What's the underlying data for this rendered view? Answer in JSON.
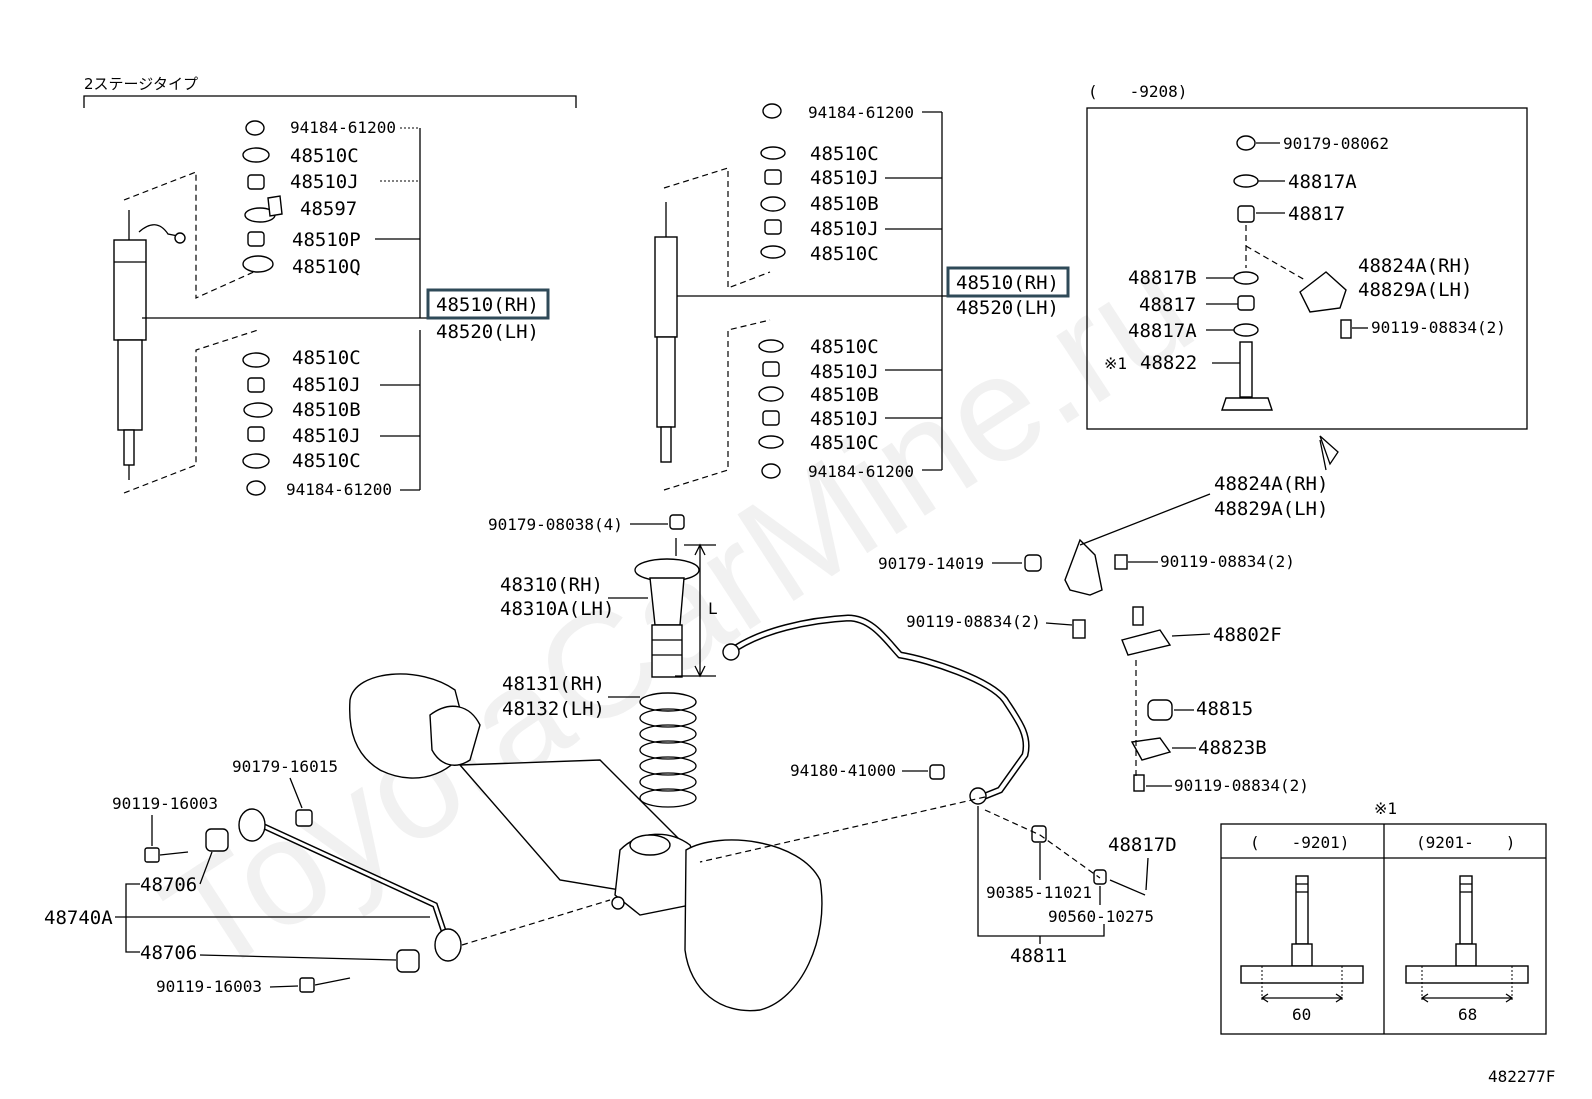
{
  "diagram_id": "482277F",
  "left_group": {
    "header": "2ステージタイプ",
    "upper_parts": [
      "94184-61200",
      "48510C",
      "48510J",
      "48597",
      "48510P",
      "48510Q"
    ],
    "lower_parts": [
      "48510C",
      "48510J",
      "48510B",
      "48510J",
      "48510C",
      "94184-61200"
    ],
    "main_rh": "48510(RH)",
    "main_lh": "48520(LH)"
  },
  "mid_group": {
    "upper_parts": [
      "94184-61200",
      "48510C",
      "48510J",
      "48510B",
      "48510J",
      "48510C"
    ],
    "lower_parts": [
      "48510C",
      "48510J",
      "48510B",
      "48510J",
      "48510C",
      "94184-61200"
    ],
    "main_rh": "48510(RH)",
    "main_lh": "48520(LH)"
  },
  "inset_box": {
    "header": "(　　-9208)",
    "parts": [
      "90179-08062",
      "48817A",
      "48817",
      "48824A(RH)",
      "48829A(LH)",
      "48817B",
      "48817",
      "48817A",
      "90119-08834(2)",
      "48822"
    ],
    "ref_mark": "※1"
  },
  "lower_labels": {
    "nut_spring_top": "90179-08038(4)",
    "support_rh": "48310(RH)",
    "support_lh": "48310A(LH)",
    "spring_rh": "48131(RH)",
    "spring_lh": "48132(LH)",
    "length_mark": "L",
    "bracket_rh": "48824A(RH)",
    "bracket_lh": "48829A(LH)",
    "nut_bracket": "90179-14019",
    "bolt_bracket": "90119-08834(2)",
    "bolt_bar": "90119-08834(2)",
    "link": "48802F",
    "bushing": "48815",
    "bracket_bushing": "48823B",
    "bolt_bushing": "90119-08834(2)",
    "nut_bar_end": "94180-41000",
    "nut_arm": "90179-16015",
    "bolt_arm_top": "90119-16003",
    "bushing_arm_top": "48706",
    "arm_assy": "48740A",
    "bushing_arm_bottom": "48706",
    "bolt_arm_bottom": "90119-16003",
    "link_bolt": "48817D",
    "link_nut": "90385-11021",
    "link_washer": "90560-10275",
    "link_assy": "48811"
  },
  "ref_table": {
    "mark": "※1",
    "col1_header": "(　　-9201)",
    "col2_header": "(9201-　　)",
    "col1_dim": "60",
    "col2_dim": "68"
  },
  "watermark": "ToyotaCarMine.ru"
}
